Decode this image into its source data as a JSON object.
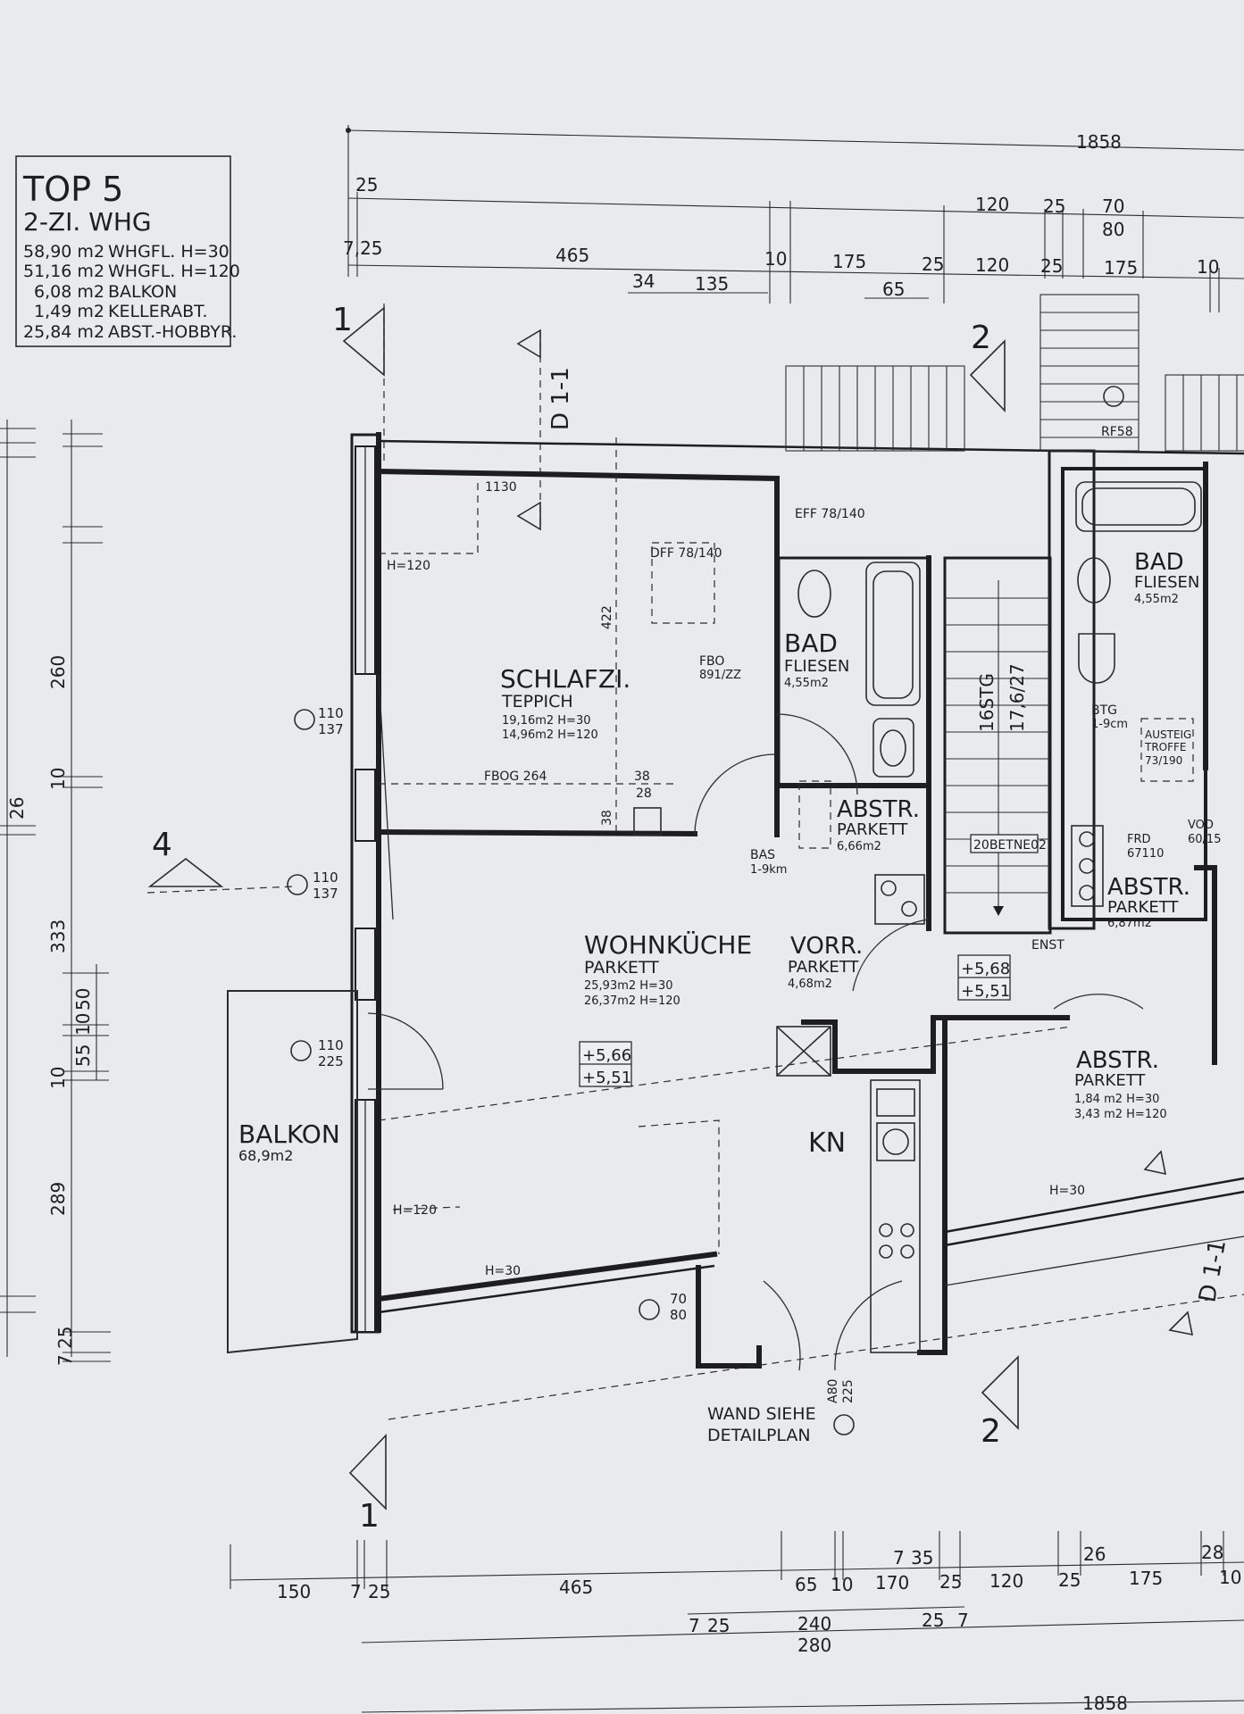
{
  "legend": {
    "title": "TOP 5",
    "subtitle": "2-ZI. WHG",
    "rows": [
      {
        "value": "58,90 m2",
        "label": "WHGFL. H=30"
      },
      {
        "value": "51,16 m2",
        "label": "WHGFL. H=120"
      },
      {
        "value": "6,08 m2",
        "label": "BALKON"
      },
      {
        "value": "1,49 m2",
        "label": "KELLERABT."
      },
      {
        "value": "25,84 m2",
        "label": "ABST.-HOBBYR."
      }
    ]
  },
  "rooms": {
    "schlafzi": {
      "name": "SCHLAFZI.",
      "floor": "TEPPICH",
      "area1": "19,16m2  H=30",
      "area2": "14,96m2  H=120"
    },
    "bad1": {
      "name": "BAD",
      "floor": "FLIESEN",
      "area": "4,55m2"
    },
    "bad2": {
      "name": "BAD",
      "floor": "FLIESEN",
      "area": "4,55m2"
    },
    "abstr1": {
      "name": "ABSTR.",
      "floor": "PARKETT",
      "area": "6,66m2"
    },
    "abstr2": {
      "name": "ABSTR.",
      "floor": "PARKETT",
      "area": "6,87m2"
    },
    "abstr3": {
      "name": "ABSTR.",
      "floor": "PARKETT",
      "area1": "1,84 m2  H=30",
      "area2": "3,43 m2  H=120"
    },
    "wohnkueche": {
      "name": "WOHNKÜCHE",
      "floor": "PARKETT",
      "area1": "25,93m2  H=30",
      "area2": "26,37m2  H=120"
    },
    "vorr": {
      "name": "VORR.",
      "floor": "PARKETT",
      "area": "4,68m2"
    },
    "balkon": {
      "name": "BALKON",
      "area": "68,9m2"
    },
    "kn": {
      "name": "KN"
    }
  },
  "levels": {
    "living_top": "+5,66",
    "living_bottom": "+5,51",
    "stair_top": "+5,68",
    "stair_bottom": "+5,51"
  },
  "stair": {
    "label": "16STG",
    "ratio": "17,6/27",
    "landing": "20BETNE02"
  },
  "section_marks": {
    "s1": "1",
    "s2": "2",
    "s4": "4",
    "d11": "D 1-1"
  },
  "notes": {
    "wand": "WAND SIEHE",
    "detail": "DETAILPLAN",
    "h120": "H=120",
    "h30": "H=30",
    "eff": "EFF 78/140",
    "dff": "DFF 78/140",
    "fbo": "FBO",
    "fbo_val": "891/ZZ",
    "fbog": "FBOG 264",
    "bas": "BAS",
    "bas_val": "1-9km",
    "rf": "RF58",
    "btg": "BTG",
    "btg_val": "1-9cm",
    "austeig": "AUSTEIG",
    "troffe": "TROFFE",
    "troffe_val": "73/190",
    "vod": "VOD",
    "vod_val": "60/15",
    "frd": "FRD",
    "frd_val": "67110",
    "enst": "ENST",
    "win1": "110",
    "win1b": "137",
    "win2": "110",
    "win2b": "137",
    "win3": "110",
    "win3b": "225",
    "win4": "70",
    "win4b": "80",
    "door": "A80",
    "door_b": "225",
    "x1130": "1130",
    "x422": "422",
    "x38": "38",
    "x28": "28",
    "x38b": "38"
  },
  "dims_top": {
    "total": "1858",
    "r2": [
      "25",
      "120",
      "25",
      "70",
      "80"
    ],
    "r3": [
      "7,25",
      "465",
      "10",
      "175",
      "25",
      "120",
      "25",
      "175",
      "10"
    ],
    "r4": [
      "34",
      "135",
      "65"
    ]
  },
  "dims_left": [
    "260",
    "10",
    "26",
    "333",
    "50",
    "10",
    "55",
    "10",
    "289",
    "7 25"
  ],
  "dims_bottom": {
    "r1": [
      "150",
      "7",
      "25",
      "465",
      "65",
      "10",
      "170",
      "25",
      "120",
      "25",
      "175",
      "10"
    ],
    "r1_top": [
      "7",
      "35",
      "26",
      "28"
    ],
    "r2": [
      "7",
      "25",
      "240",
      "25",
      "7"
    ],
    "r3": "280",
    "total": "1858"
  }
}
